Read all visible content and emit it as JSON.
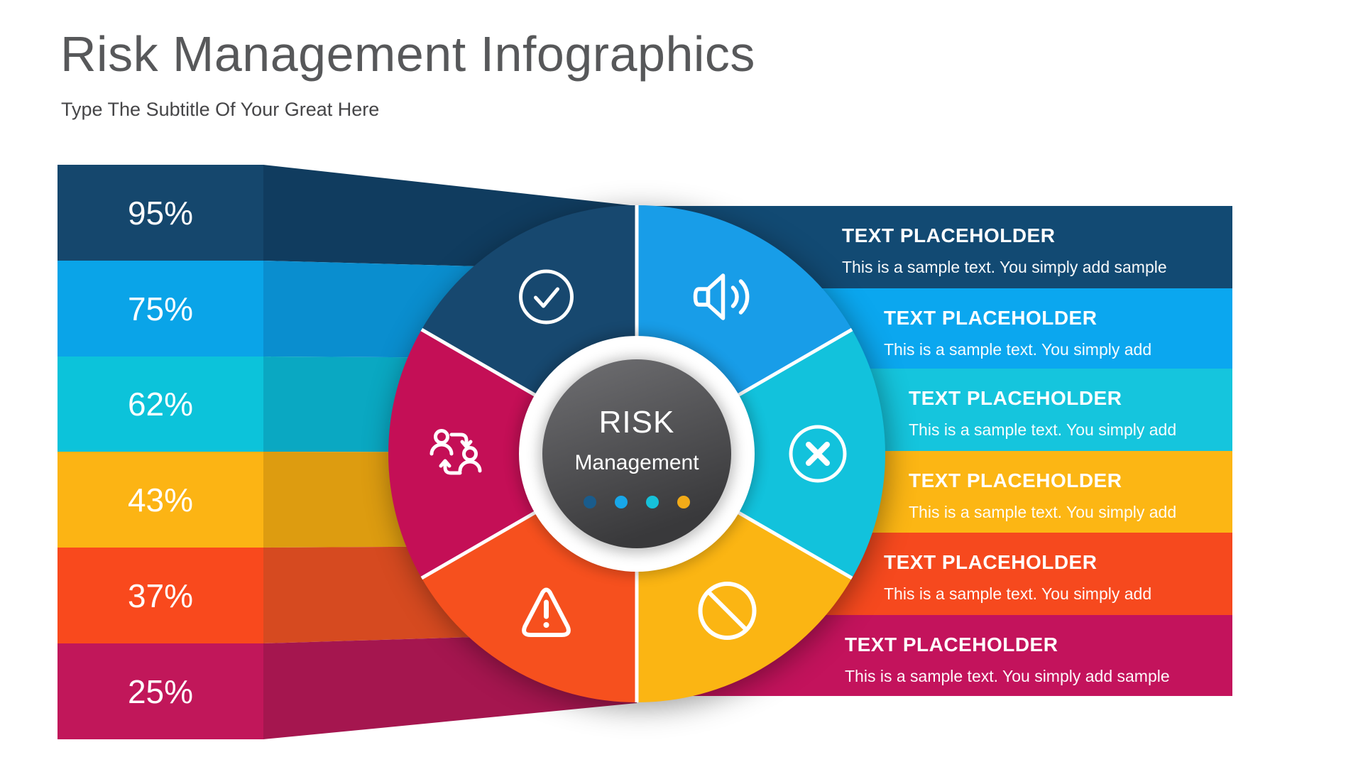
{
  "header": {
    "title": "Risk Management Infographics",
    "subtitle": "Type The Subtitle Of Your Great Here"
  },
  "left_bars": [
    {
      "value": "95%",
      "color": "#15476d",
      "shade": "#103c5f"
    },
    {
      "value": "75%",
      "color": "#0aa4e8",
      "shade": "#0a8ecf"
    },
    {
      "value": "62%",
      "color": "#0cc3da",
      "shade": "#0aa8c2"
    },
    {
      "value": "43%",
      "color": "#fcb414",
      "shade": "#dd9c10"
    },
    {
      "value": "37%",
      "color": "#f9491d",
      "shade": "#d64a20"
    },
    {
      "value": "25%",
      "color": "#c1175a",
      "shade": "#a5164f"
    }
  ],
  "wheel": {
    "segments": [
      {
        "icon": "volume-icon",
        "color": "#189de8"
      },
      {
        "icon": "x-circle-icon",
        "color": "#12c2dc"
      },
      {
        "icon": "no-entry-icon",
        "color": "#fbb513"
      },
      {
        "icon": "warning-icon",
        "color": "#f6501e"
      },
      {
        "icon": "people-exchange-icon",
        "color": "#c40f56"
      },
      {
        "icon": "check-circle-icon",
        "color": "#17486f"
      }
    ],
    "center": {
      "line1": "RISK",
      "line2": "Management",
      "bg_top": "#707073",
      "bg_bottom": "#39393b",
      "dot_colors": [
        "#1a5c8c",
        "#18a7e9",
        "#16c1d9",
        "#f2ab18"
      ]
    }
  },
  "right_rows": [
    {
      "heading": "TEXT PLACEHOLDER",
      "body": "This is a sample text. You simply add sample",
      "color": "#124a73"
    },
    {
      "heading": "TEXT PLACEHOLDER",
      "body": "This is a sample text. You simply add",
      "color": "#0ba7ef"
    },
    {
      "heading": "TEXT PLACEHOLDER",
      "body": "This is a sample text. You simply add",
      "color": "#15c5dd"
    },
    {
      "heading": "TEXT PLACEHOLDER",
      "body": "This is a sample text. You simply add",
      "color": "#fcb614"
    },
    {
      "heading": "TEXT PLACEHOLDER",
      "body": "This is a sample text. You simply add",
      "color": "#f6491e"
    },
    {
      "heading": "TEXT PLACEHOLDER",
      "body": "This is a sample text. You simply add sample",
      "color": "#c3135c"
    }
  ]
}
